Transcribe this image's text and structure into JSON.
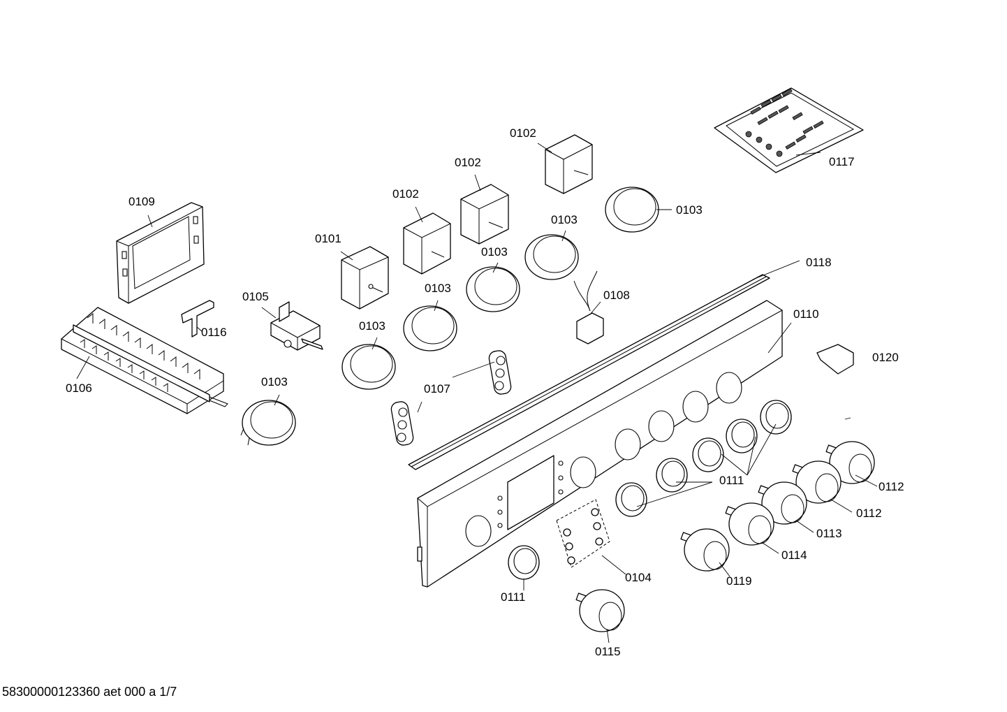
{
  "labels": [
    "0101",
    "0102",
    "0102",
    "0102",
    "0103",
    "0103",
    "0103",
    "0103",
    "0103",
    "0103",
    "0104",
    "0105",
    "0106",
    "0107",
    "0108",
    "0109",
    "0110",
    "0111",
    "0111",
    "0112",
    "0112",
    "0113",
    "0114",
    "0115",
    "0116",
    "0117",
    "0118",
    "0119",
    "0120"
  ],
  "footer": "58300000123360 aet 000 a 1/7"
}
